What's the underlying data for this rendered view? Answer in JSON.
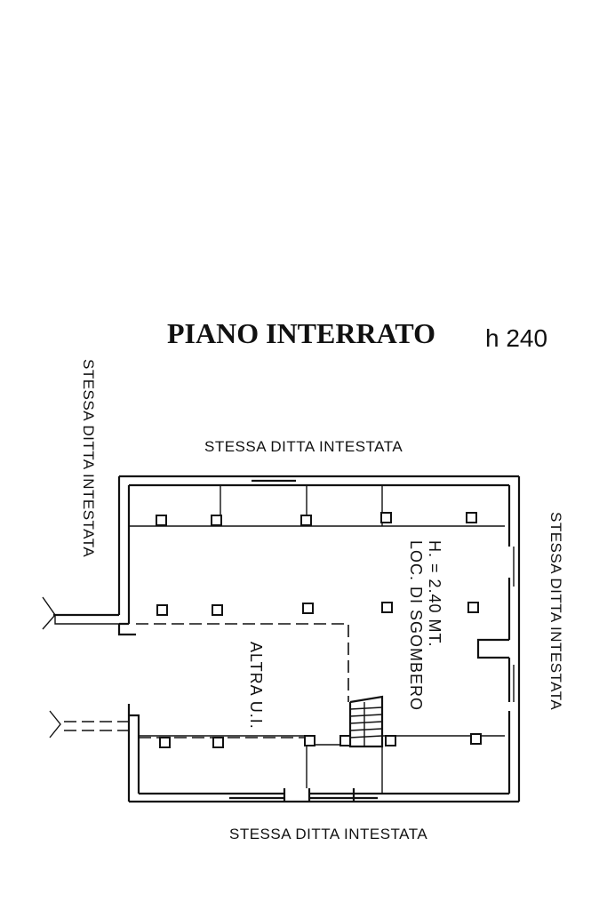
{
  "title": "PIANO INTERRATO",
  "height_note": "h 240",
  "labels": {
    "top": "STESSA DITTA INTESTATA",
    "bottom": "STESSA DITTA INTESTATA",
    "left": "STESSA DITTA INTESTATA",
    "right": "STESSA DITTA INTESTATA"
  },
  "rooms": {
    "storage_height": "H. = 2.40 MT.",
    "storage_name": "LOC. DI SGOMBERO",
    "other_unit": "ALTRA U.I."
  }
}
